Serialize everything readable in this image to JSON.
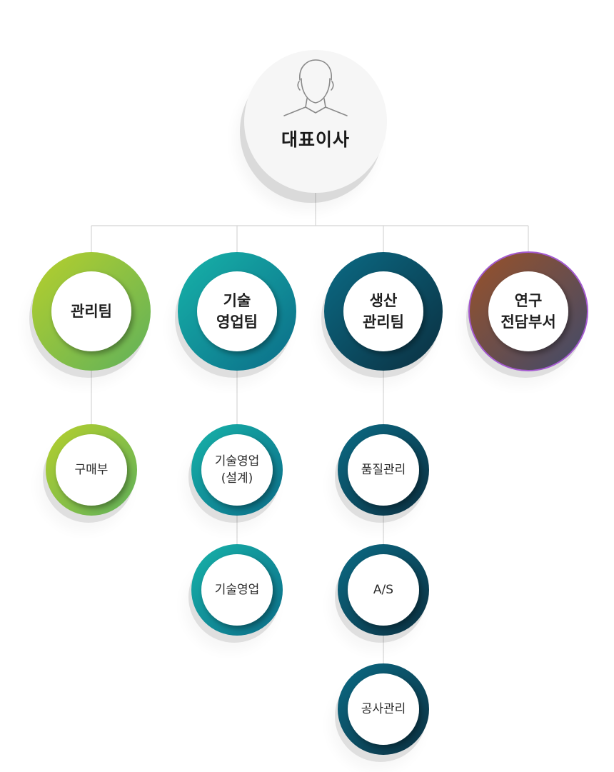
{
  "ceo": {
    "label": "대표이사",
    "icon": "person-silhouette-icon"
  },
  "departments": [
    {
      "id": "management",
      "label": "관리팀",
      "colors": [
        "#b6cf2c",
        "#5fb15b"
      ],
      "subs": [
        {
          "id": "purchasing",
          "label": "구매부"
        }
      ]
    },
    {
      "id": "tech-sales",
      "label": "기술\n영업팀",
      "colors": [
        "#17b3a9",
        "#0b6c88"
      ],
      "subs": [
        {
          "id": "tech-sales-design",
          "label": "기술영업\n(설계)"
        },
        {
          "id": "tech-sales-2",
          "label": "기술영업"
        }
      ]
    },
    {
      "id": "production",
      "label": "생산\n관리팀",
      "colors": [
        "#0b6b85",
        "#0b2f40"
      ],
      "subs": [
        {
          "id": "quality",
          "label": "품질관리"
        },
        {
          "id": "as",
          "label": "A/S"
        },
        {
          "id": "construction",
          "label": "공사관리"
        }
      ]
    },
    {
      "id": "research",
      "label": "연구\n전담부서",
      "colors": [
        "#9a5228",
        "#3f4a6b"
      ],
      "border": "#a45ad0",
      "subs": []
    }
  ],
  "line_color": "#d4d4d4"
}
